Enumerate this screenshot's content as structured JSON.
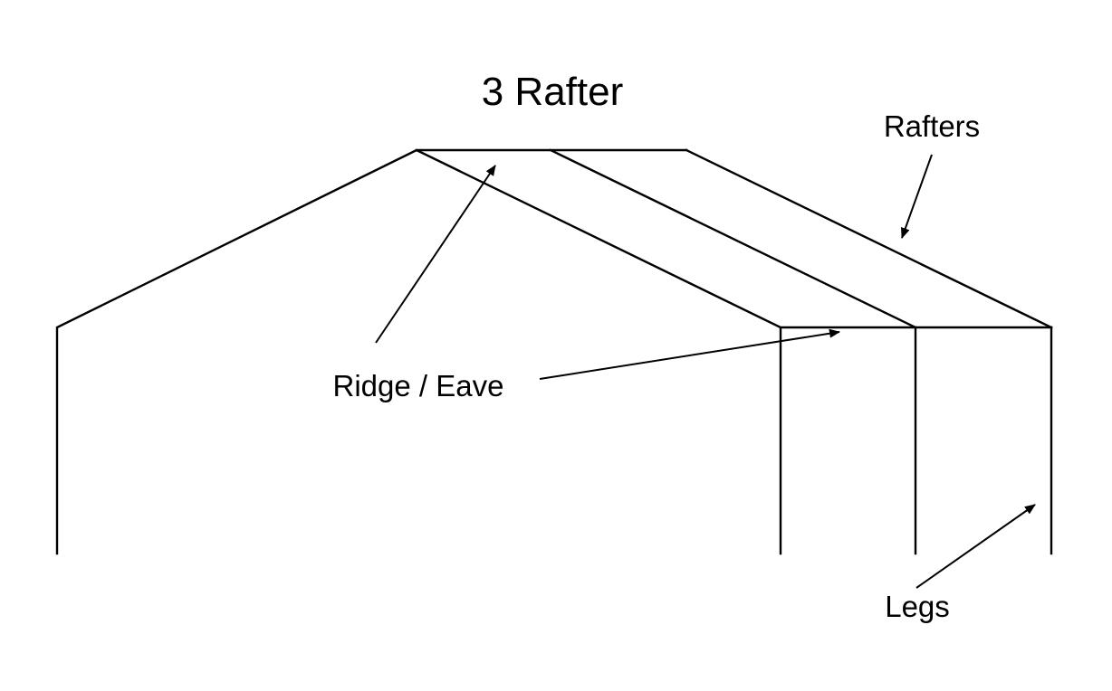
{
  "title": "3 Rafter",
  "labels": {
    "rafters": "Rafters",
    "ridge_eave": "Ridge / Eave",
    "legs": "Legs"
  },
  "colors": {
    "background": "#ffffff",
    "ink": "#000000"
  }
}
